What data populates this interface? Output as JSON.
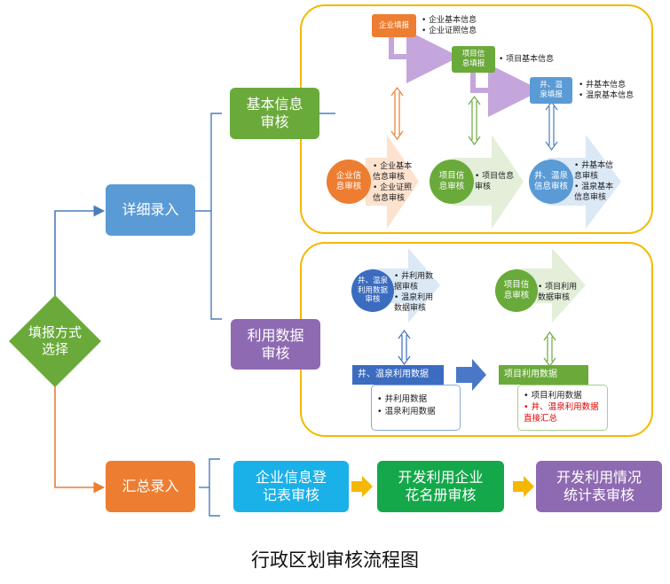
{
  "title": "行政区划审核流程图",
  "nodes": {
    "choice": "填报方式\n选择",
    "detail": "详细录入",
    "summary": "汇总录入",
    "basic_audit": "基本信息\n审核",
    "use_audit": "利用数据\n审核",
    "company_fill": "企业填报",
    "project_fill": "项目信\n息填报",
    "well_fill": "井、温\n泉填报",
    "company_audit": "企业信\n息审核",
    "project_audit": "项目信\n息审核",
    "well_audit": "井、温泉\n信息审核",
    "well_use_audit": "井、温泉\n利用数据\n审核",
    "project_use_audit": "项目信\n息审核",
    "well_use_data": "井、温泉利用数据",
    "project_use_data": "项目利用数据",
    "sum1": "企业信息登\n记表审核",
    "sum2": "开发利用企业\n花名册审核",
    "sum3": "开发利用情况\n统计表审核"
  },
  "notes": {
    "company_fill": "• 企业基本信息\n• 企业证照信息",
    "project_fill": "• 项目基本信息",
    "well_fill": "• 井基本信息\n• 温泉基本信息",
    "company_audit": "• 企业基本\n  信息审核\n• 企业证照\n  信息审核",
    "project_audit": "• 项目信息\n  审核",
    "well_audit": "• 井基本信\n  息审核\n• 温泉基本\n  信息审核",
    "well_use_audit": "• 井利用数\n  据审核\n• 温泉利用\n  数据审核",
    "project_use_audit": "• 项目利用\n  数据审核",
    "well_use_list": "• 井利用数据\n• 温泉利用数据",
    "project_use_list_black": "• 项目利用数据",
    "project_use_list_red": "• 井、温泉利用数据\n  直接汇总"
  },
  "colors": {
    "green": "#6aaa3a",
    "blue": "#5b9bd5",
    "orange": "#ed7d31",
    "purple": "#8e6ab2",
    "cyan": "#1ab0e8",
    "darkgreen": "#14a84a",
    "navy": "#3b6cc0",
    "gold": "#f5b800"
  }
}
